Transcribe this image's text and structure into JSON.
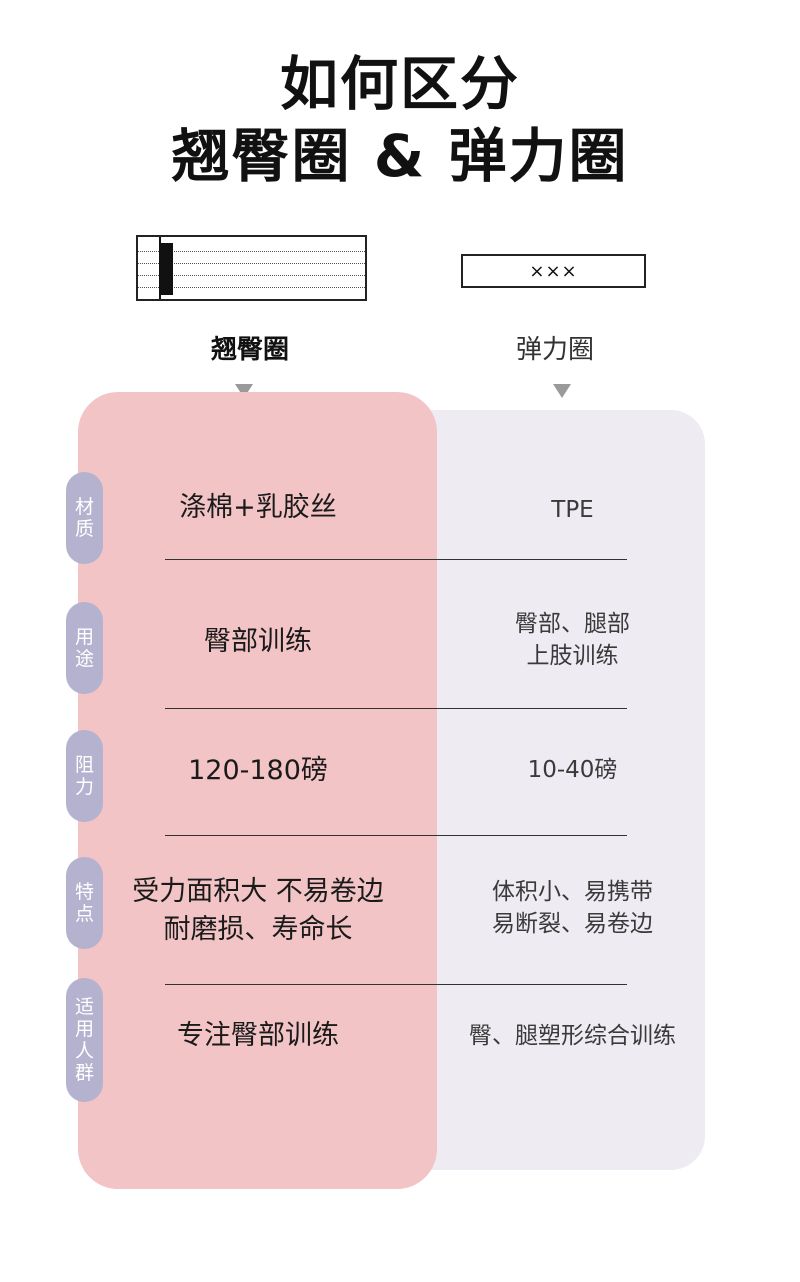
{
  "title": {
    "line1": "如何区分",
    "line2": "翘臀圈 & 弹力圈"
  },
  "right_band_text": "×××",
  "columns": {
    "left": "翘臀圈",
    "right": "弹力圈"
  },
  "rows": [
    {
      "label": "材质",
      "left": [
        "涤棉+乳胶丝"
      ],
      "right": [
        "TPE"
      ]
    },
    {
      "label": "用途",
      "left": [
        "臀部训练"
      ],
      "right": [
        "臀部、腿部",
        "上肢训练"
      ]
    },
    {
      "label": "阻力",
      "left": [
        "120-180磅"
      ],
      "right": [
        "10-40磅"
      ]
    },
    {
      "label": "特点",
      "left": [
        "受力面积大 不易卷边",
        "耐磨损、寿命长"
      ],
      "right": [
        "体积小、易携带",
        "易断裂、易卷边"
      ]
    },
    {
      "label": "适用人群",
      "left": [
        "专注臀部训练"
      ],
      "right": [
        "臀、腿塑形综合训练"
      ]
    }
  ],
  "colors": {
    "left_panel": "#f2c4c5",
    "right_panel": "#efebf2",
    "label_pill": "#b4b2cf"
  },
  "icons": {
    "left_column_arrow": "triangle-down-icon",
    "right_column_arrow": "triangle-down-icon"
  }
}
